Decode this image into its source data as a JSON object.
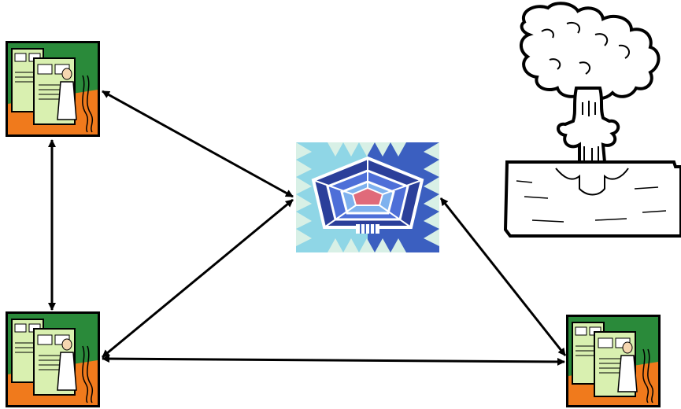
{
  "diagram": {
    "nodes": [
      {
        "id": "computer-top-left",
        "kind": "computer-operator-clipart"
      },
      {
        "id": "computer-bottom-left",
        "kind": "computer-operator-clipart"
      },
      {
        "id": "computer-bottom-right",
        "kind": "computer-operator-clipart"
      },
      {
        "id": "pentagon",
        "kind": "pentagon-building-clipart"
      },
      {
        "id": "mushroom-cloud",
        "kind": "nuclear-explosion-clipart"
      }
    ],
    "edges": [
      {
        "from": "computer-top-left",
        "to": "pentagon",
        "direction": "both"
      },
      {
        "from": "computer-top-left",
        "to": "computer-bottom-left",
        "direction": "both"
      },
      {
        "from": "computer-bottom-left",
        "to": "pentagon",
        "direction": "both"
      },
      {
        "from": "computer-bottom-left",
        "to": "computer-bottom-right",
        "direction": "both"
      },
      {
        "from": "computer-bottom-right",
        "to": "pentagon",
        "direction": "both"
      }
    ],
    "colors": {
      "arrow": "#000000",
      "frame": "#000000",
      "wall": "#2a8a3a",
      "floor": "#f07a1c",
      "cabinet": "#d9f0b0",
      "pentagon_light": "#8fd6e6",
      "pentagon_dark": "#3b5fc0",
      "pentagon_center": "#e06a7a",
      "cloud": "#ffffff",
      "cloud_outline": "#000000"
    }
  }
}
